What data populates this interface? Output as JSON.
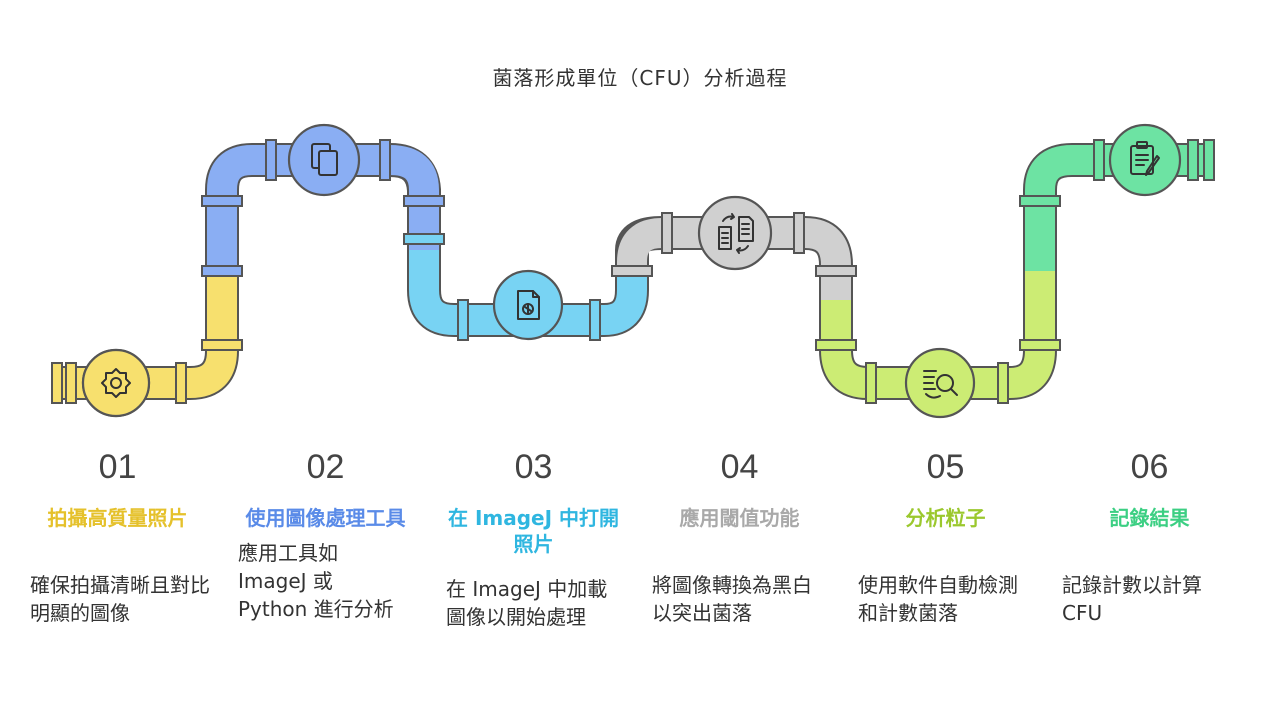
{
  "title": "菌落形成單位（CFU）分析過程",
  "colors": {
    "yellow": "#f7e06e",
    "blue": "#8aaef3",
    "cyan": "#78d3f3",
    "gray": "#d0d0d0",
    "lime": "#ccec74",
    "green": "#6de3a3"
  },
  "steps": [
    {
      "number": "01",
      "heading": "拍攝高質量照片",
      "desc": "確保拍攝清晰且對比明顯的圖像",
      "color": "#e5c12b",
      "icon": "gear-icon"
    },
    {
      "number": "02",
      "heading": "使用圖像處理工具",
      "desc": "應用工具如 ImageJ 或 Python 進行分析",
      "color": "#5a8be8",
      "icon": "copy-files-icon"
    },
    {
      "number": "03",
      "heading": "在 ImageJ 中打開照片",
      "desc": "在 ImageJ 中加載圖像以開始處理",
      "color": "#2fb6e0",
      "icon": "image-file-icon"
    },
    {
      "number": "04",
      "heading": "應用閾值功能",
      "desc": "將圖像轉換為黑白以突出菌落",
      "color": "#a9a9a9",
      "icon": "file-convert-icon"
    },
    {
      "number": "05",
      "heading": "分析粒子",
      "desc": "使用軟件自動檢測和計數菌落",
      "color": "#9bc82e",
      "icon": "search-list-icon"
    },
    {
      "number": "06",
      "heading": "記錄結果",
      "desc": "記錄計數以計算 CFU",
      "color": "#3ccf83",
      "icon": "clipboard-edit-icon"
    }
  ]
}
